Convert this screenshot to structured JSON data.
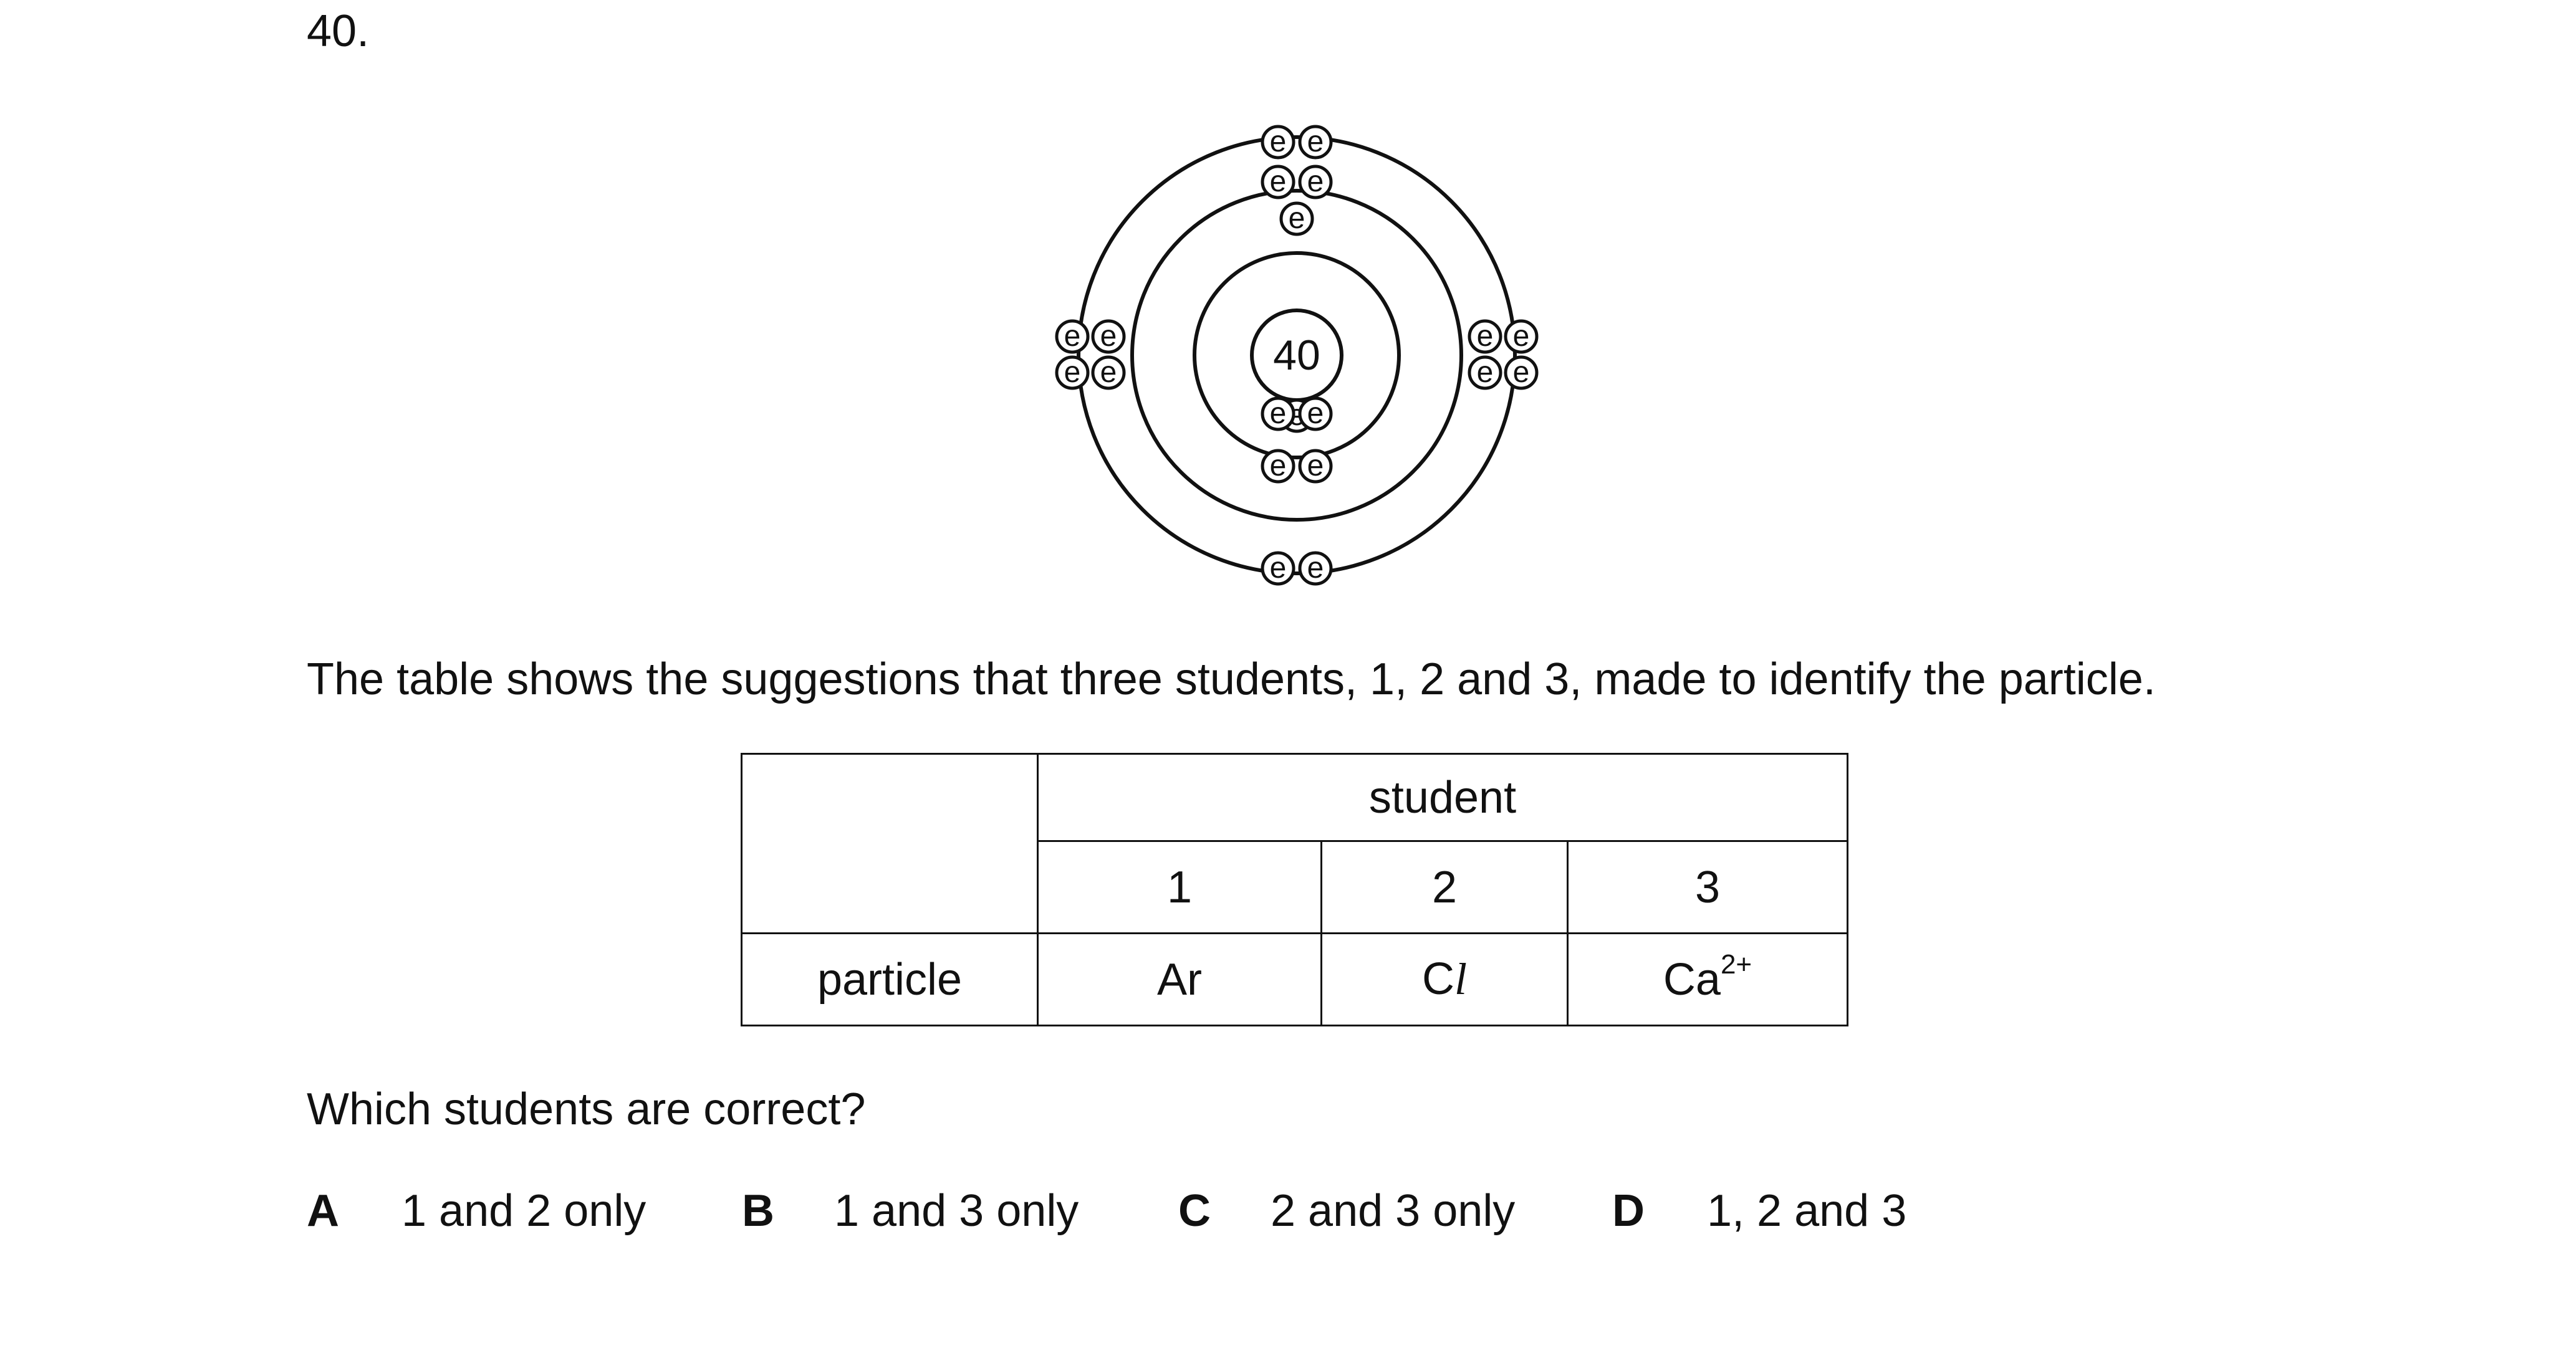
{
  "question_number": "40.",
  "diagram": {
    "nucleus_label": "40",
    "electron_label": "e"
  },
  "intro_text": "The table shows the suggestions that three students, 1, 2 and 3, made to identify the particle.",
  "table": {
    "group_header": "student",
    "student_numbers": [
      "1",
      "2",
      "3"
    ],
    "row_label": "particle",
    "answers": {
      "student1": "Ar",
      "student2_symbol": "C",
      "student2_letter": "l",
      "student3_symbol": "Ca",
      "student3_charge": "2+"
    }
  },
  "question_text": "Which students are correct?",
  "options": [
    {
      "letter": "A",
      "text": "1 and 2 only"
    },
    {
      "letter": "B",
      "text": "1 and 3 only"
    },
    {
      "letter": "C",
      "text": "2 and 3 only"
    },
    {
      "letter": "D",
      "text": "1, 2 and 3"
    }
  ]
}
